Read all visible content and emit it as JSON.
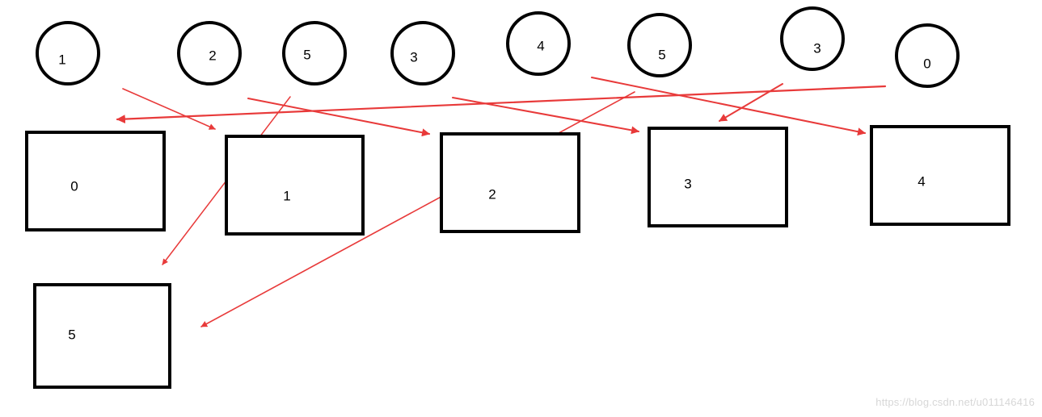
{
  "diagram": {
    "circles": [
      "1",
      "2",
      "5",
      "3",
      "4",
      "5",
      "3",
      "0"
    ],
    "boxes": [
      "0",
      "1",
      "2",
      "3",
      "4",
      "5"
    ],
    "arrows": [
      {
        "from_circle": 0,
        "to_box": 1
      },
      {
        "from_circle": 1,
        "to_box": 2
      },
      {
        "from_circle": 2,
        "to_box": 5
      },
      {
        "from_circle": 3,
        "to_box": 3
      },
      {
        "from_circle": 4,
        "to_box": 4
      },
      {
        "from_circle": 5,
        "to_box": 5
      },
      {
        "from_circle": 6,
        "to_box": 3
      },
      {
        "from_circle": 7,
        "to_box": 0
      }
    ],
    "arrow_color": "#e83a3a",
    "stroke_color": "#000000"
  },
  "watermark": "https://blog.csdn.net/u011146416"
}
